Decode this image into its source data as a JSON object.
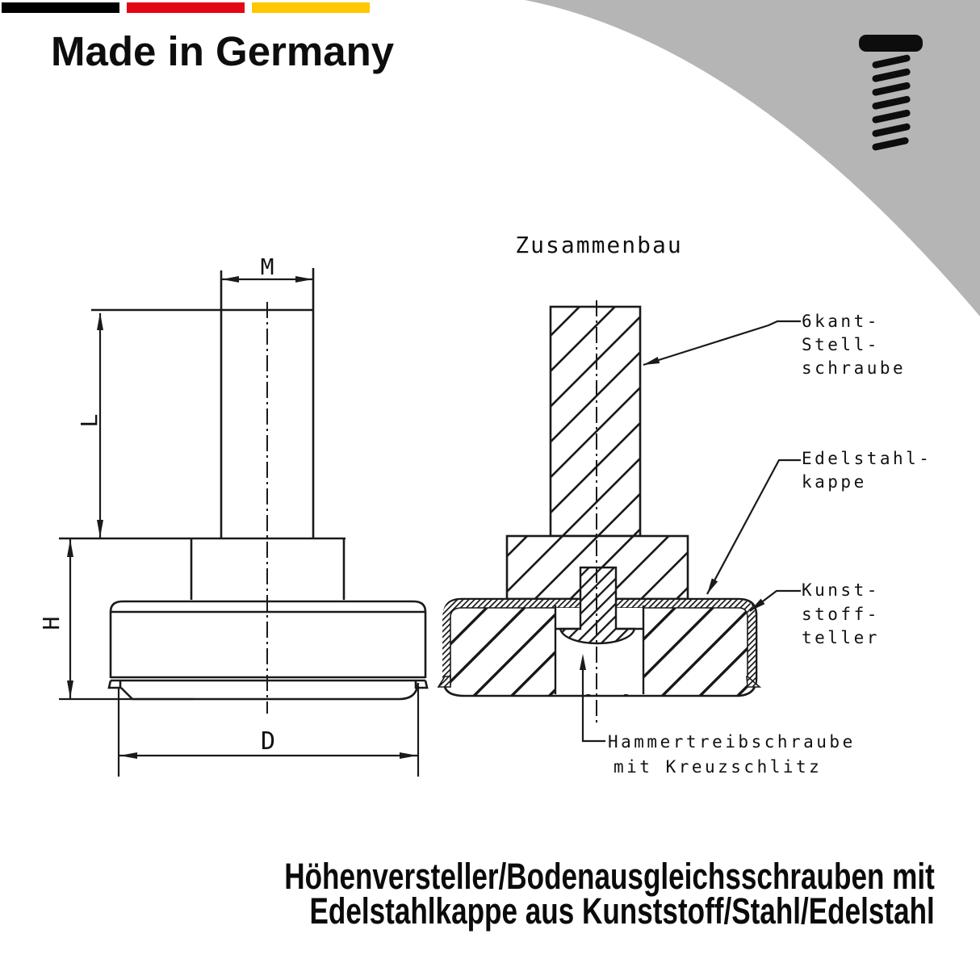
{
  "badge": {
    "title": "Made in Germany"
  },
  "flag": {
    "colors": {
      "black": "#000000",
      "red": "#e30613",
      "gold": "#ffc800"
    }
  },
  "corner": {
    "color": "#b5b5b5",
    "icon": "screw-icon"
  },
  "left_drawing": {
    "dim_m": "M",
    "dim_l": "L",
    "dim_h": "H",
    "dim_d": "D"
  },
  "assembly": {
    "title": "Zusammenbau",
    "labels": {
      "screw": [
        "6kant-",
        "Stell-",
        "schraube"
      ],
      "cap": [
        "Edelstahl-",
        "kappe"
      ],
      "plate": [
        "Kunst-",
        "stoff-",
        "teller"
      ],
      "hammer": [
        "Hammertreibschraube",
        "mit Kreuzschlitz"
      ]
    }
  },
  "caption": {
    "line1": "Höhenversteller/Bodenausgleichsschrauben mit",
    "line2": "Edelstahlkappe aus Kunststoff/Stahl/Edelstahl"
  }
}
